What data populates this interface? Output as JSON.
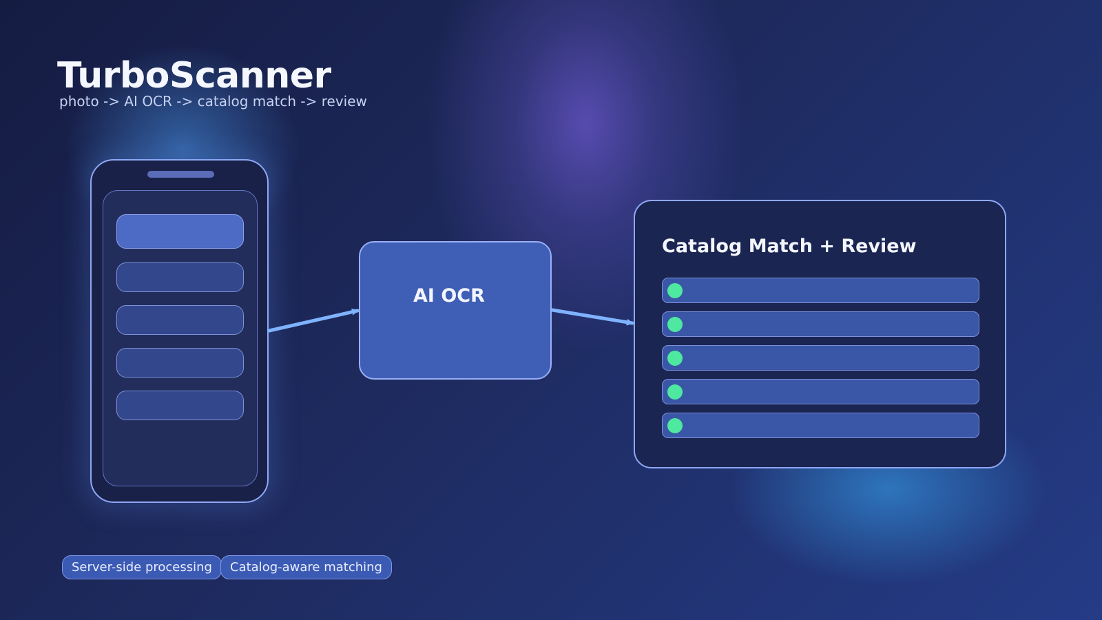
{
  "header": {
    "title": "TurboScanner",
    "subtitle": "photo -> AI OCR -> catalog match -> review"
  },
  "phone": {
    "screen_blocks": 5
  },
  "ocr": {
    "label": "AI OCR"
  },
  "catalog": {
    "title": "Catalog Match + Review",
    "rows": 5,
    "status_color": "#4ee8a0"
  },
  "chips": [
    {
      "label": "Server-side processing"
    },
    {
      "label": "Catalog-aware matching"
    }
  ],
  "colors": {
    "accent": "#7fb3ff",
    "node_fill": "#3f5fb7",
    "panel_fill": "#1b2551",
    "border": "#8fa8f5",
    "status": "#4ee8a0"
  }
}
